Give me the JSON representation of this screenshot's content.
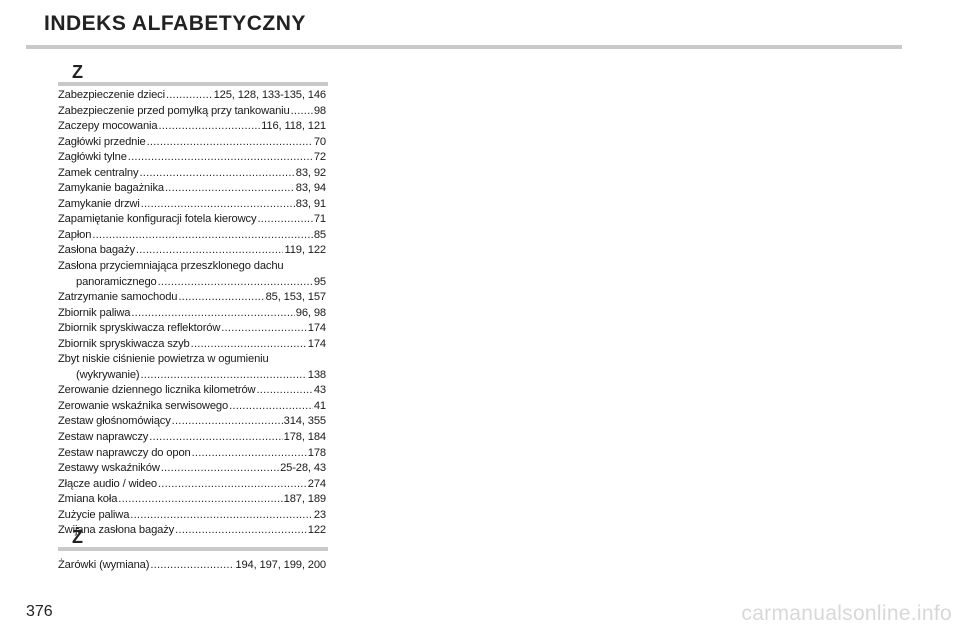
{
  "header": {
    "title": "INDEKS ALFABETYCZNY"
  },
  "sections": [
    {
      "letter": "Z",
      "entries": [
        {
          "term": "Zabezpieczenie dzieci",
          "pages": "125, 128, 133-135, 146"
        },
        {
          "term": "Zabezpieczenie przed pomyłką przy tankowaniu",
          "pages": "98"
        },
        {
          "term": "Zaczepy mocowania",
          "pages": "116, 118, 121"
        },
        {
          "term": "Zagłówki przednie",
          "pages": "70"
        },
        {
          "term": "Zagłówki tylne",
          "pages": "72"
        },
        {
          "term": "Zamek centralny",
          "pages": "83, 92"
        },
        {
          "term": "Zamykanie bagażnika",
          "pages": "83, 94"
        },
        {
          "term": "Zamykanie drzwi",
          "pages": "83, 91"
        },
        {
          "term": "Zapamiętanie konfiguracji fotela kierowcy",
          "pages": "71"
        },
        {
          "term": "Zapłon",
          "pages": "85"
        },
        {
          "term": "Zasłona bagaży",
          "pages": "119, 122"
        },
        {
          "line1": "Zasłona przyciemniająca przeszklonego dachu",
          "term": "panoramicznego",
          "pages": "95"
        },
        {
          "term": "Zatrzymanie samochodu",
          "pages": "85, 153, 157"
        },
        {
          "term": "Zbiornik paliwa",
          "pages": "96, 98"
        },
        {
          "term": "Zbiornik spryskiwacza reflektorów",
          "pages": "174"
        },
        {
          "term": "Zbiornik spryskiwacza szyb",
          "pages": "174"
        },
        {
          "line1": "Zbyt niskie ciśnienie powietrza w ogumieniu",
          "term": "(wykrywanie)",
          "pages": "138"
        },
        {
          "term": "Zerowanie dziennego licznika kilometrów",
          "pages": "43"
        },
        {
          "term": "Zerowanie wskaźnika serwisowego",
          "pages": "41"
        },
        {
          "term": "Zestaw głośnomówiący",
          "pages": "314, 355"
        },
        {
          "term": "Zestaw naprawczy",
          "pages": "178, 184"
        },
        {
          "term": "Zestaw naprawczy do opon",
          "pages": "178"
        },
        {
          "term": "Zestawy wskaźników",
          "pages": "25-28, 43"
        },
        {
          "term": "Złącze audio / wideo",
          "pages": "274"
        },
        {
          "term": "Zmiana koła",
          "pages": "187, 189"
        },
        {
          "term": "Zużycie paliwa",
          "pages": "23"
        },
        {
          "term": "Zwijana zasłona bagaży",
          "pages": "122"
        }
      ]
    },
    {
      "letter": "Ż",
      "entries": [
        {
          "term": "Żarówki (wymiana)",
          "pages": "194, 197, 199, 200"
        }
      ]
    }
  ],
  "footer": {
    "page_number": "376",
    "watermark": "carmanualsonline.info"
  }
}
